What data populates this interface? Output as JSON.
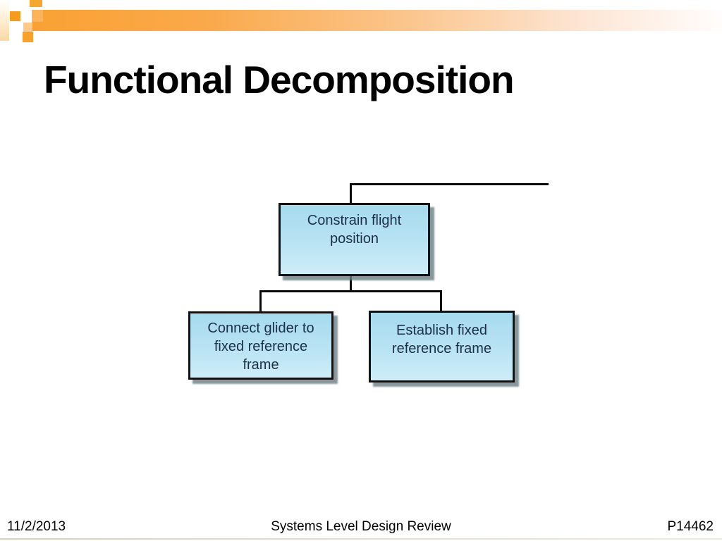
{
  "slide": {
    "title": "Functional Decomposition",
    "footer": {
      "date": "11/2/2013",
      "title": "Systems Level Design Review",
      "code": "P14462"
    }
  },
  "diagram": {
    "type": "tree",
    "offscreen_parent_connector": true,
    "nodes": [
      {
        "id": "constrain-flight-position",
        "label": "Constrain flight position",
        "lines": [
          "Constrain flight",
          "position"
        ],
        "level": 0
      },
      {
        "id": "connect-glider-to-fixed-reference-frame",
        "label": "Connect glider to fixed reference frame",
        "lines": [
          "Connect glider to",
          "fixed reference",
          "frame"
        ],
        "level": 1,
        "parent": "constrain-flight-position"
      },
      {
        "id": "establish-fixed-reference-frame",
        "label": "Establish fixed reference frame",
        "lines": [
          "Establish fixed",
          "reference frame"
        ],
        "level": 1,
        "parent": "constrain-flight-position"
      }
    ],
    "edges": [
      {
        "from": "constrain-flight-position",
        "to": "connect-glider-to-fixed-reference-frame"
      },
      {
        "from": "constrain-flight-position",
        "to": "establish-fixed-reference-frame"
      }
    ]
  },
  "theme": {
    "accent_orange": "#F9A133",
    "node_fill": "#AEDDF0",
    "node_border": "#121212",
    "node_text": "#1B3048",
    "connector": "#0A0A0A",
    "shadow": "#697D82"
  }
}
